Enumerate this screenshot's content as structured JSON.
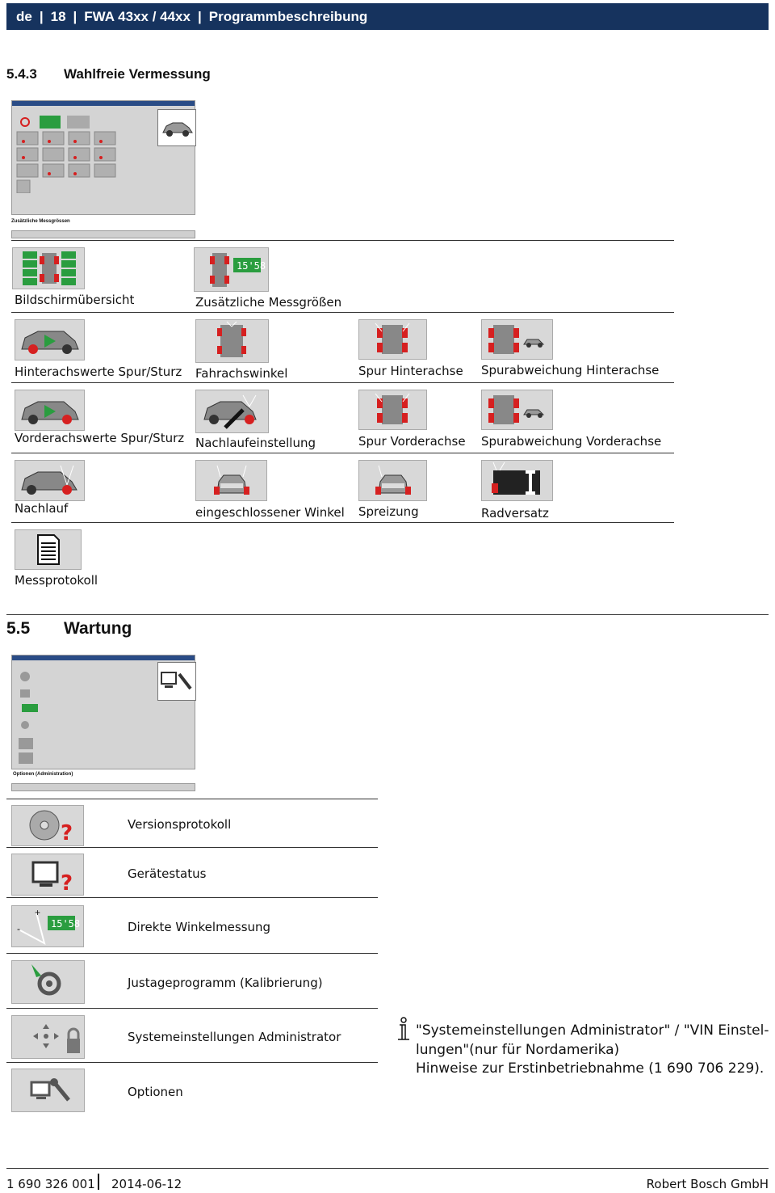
{
  "header": {
    "lang": "de",
    "page": "18",
    "product": "FWA 43xx / 44xx",
    "doc": "Programmbeschreibung"
  },
  "section_543": {
    "number": "5.4.3",
    "title": "Wahlfreie Vermessung"
  },
  "screenshot1": {
    "panel_label": "Zusätzliche Messgrössen"
  },
  "grid_items": [
    {
      "label": "Bildschirmübersicht",
      "icon": "screen-overview-icon"
    },
    {
      "label": "Zusätzliche Messgrößen",
      "icon": "additional-values-icon"
    },
    {
      "label": "Hinterachswerte Spur/Sturz",
      "icon": "rear-axle-toe-camber-icon"
    },
    {
      "label": "Fahrachswinkel",
      "icon": "thrust-angle-icon"
    },
    {
      "label": "Spur Hinterachse",
      "icon": "rear-toe-icon"
    },
    {
      "label": "Spurabweichung Hinterachse",
      "icon": "rear-toe-deviation-icon"
    },
    {
      "label": "Vorderachswerte Spur/Sturz",
      "icon": "front-axle-toe-camber-icon"
    },
    {
      "label": "Nachlaufeinstellung",
      "icon": "caster-adjust-icon"
    },
    {
      "label": "Spur Vorderachse",
      "icon": "front-toe-icon"
    },
    {
      "label": "Spurabweichung Vorderachse",
      "icon": "front-toe-deviation-icon"
    },
    {
      "label": "Nachlauf",
      "icon": "caster-icon"
    },
    {
      "label": "eingeschlossener Winkel",
      "icon": "included-angle-icon"
    },
    {
      "label": "Spreizung",
      "icon": "kpi-icon"
    },
    {
      "label": "Radversatz",
      "icon": "wheel-offset-icon"
    },
    {
      "label": "Messprotokoll",
      "icon": "report-icon"
    }
  ],
  "section_55": {
    "number": "5.5",
    "title": "Wartung"
  },
  "screenshot2": {
    "panel_label": "Optionen (Administration)"
  },
  "wartung_items": [
    {
      "label": "Versionsprotokoll",
      "icon": "cd-question-icon"
    },
    {
      "label": "Gerätestatus",
      "icon": "monitor-question-icon"
    },
    {
      "label": "Direkte Winkelmessung",
      "icon": "angle-measure-icon"
    },
    {
      "label": "Justageprogramm (Kalibrierung)",
      "icon": "calibration-icon"
    },
    {
      "label": "Systemeinstellungen Administrator",
      "icon": "admin-lock-icon"
    },
    {
      "label": "Optionen",
      "icon": "monitor-wrench-icon"
    }
  ],
  "note": {
    "icon": "info-icon",
    "line1": "\"Systemeinstellungen Administrator\" / \"VIN Einstel-",
    "line2": "lungen\"(nur für Nordamerika)",
    "line3": "Hinweise zur Erstinbetriebnahme (1 690 706 229)."
  },
  "footer": {
    "doc_number": "1 690 326 001",
    "date": "2014-06-12",
    "company": "Robert Bosch GmbH"
  },
  "colors": {
    "header_bg": "#16335e",
    "wheel_red": "#d62020",
    "bar_green": "#2a9d3f"
  }
}
